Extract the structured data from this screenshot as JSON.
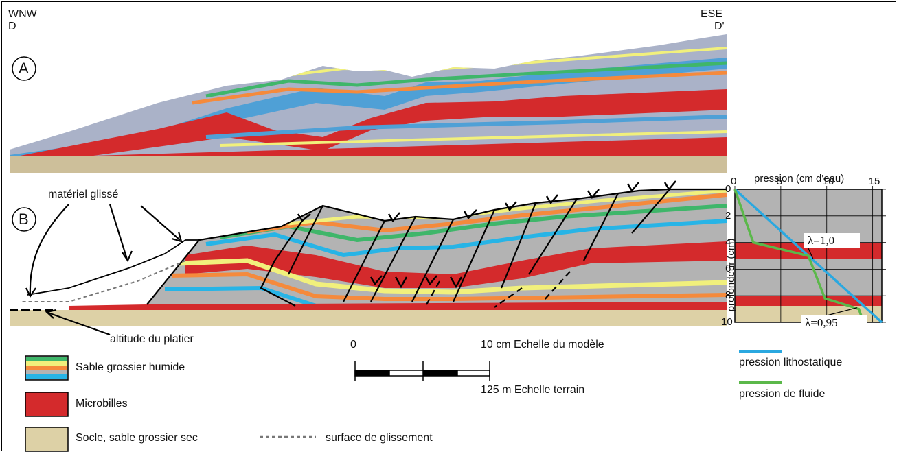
{
  "section_a": {
    "left_direction": "WNW",
    "left_point": "D",
    "right_direction": "ESE",
    "right_point": "D'",
    "panel_label": "A"
  },
  "section_b": {
    "panel_label": "B",
    "annotation_slid": "matériel glissé",
    "annotation_platform": "altitude du platier"
  },
  "scale": {
    "zero": "0",
    "model_label": "10 cm  Echelle du modèle",
    "field_label": "125 m  Echelle terrain"
  },
  "legend": {
    "wet_sand": "Sable grossier humide",
    "microbeads": "Microbilles",
    "basement": "Socle, sable grossier sec",
    "slip_surface": "surface de glissement"
  },
  "pressure_chart": {
    "title": "pression (cm d'eau)",
    "y_label": "profondeur (cm)",
    "x_ticks": [
      "0",
      "5",
      "10",
      "15"
    ],
    "y_ticks": [
      "0",
      "2",
      "4",
      "6",
      "8",
      "10"
    ],
    "lambda_top": "λ=1,0",
    "lambda_bottom": "λ=0,95",
    "legend_litho": "pression lithostatique",
    "legend_fluid": "pression de fluide"
  },
  "colors": {
    "red": "#d42a2c",
    "grey": "#b3b3b3",
    "yellow": "#f1f07c",
    "orange": "#f58a3c",
    "green": "#3fb66a",
    "blue": "#27b4e6",
    "sand": "#ddd1a6",
    "litho_line": "#2aa8e0",
    "fluid_line": "#5bb84a"
  },
  "chart_data": {
    "type": "line",
    "xlabel": "pression (cm d'eau)",
    "ylabel": "profondeur (cm)",
    "xlim": [
      0,
      16
    ],
    "ylim": [
      10,
      0
    ],
    "series": [
      {
        "name": "pression lithostatique",
        "x": [
          0,
          16
        ],
        "y": [
          0,
          10
        ]
      },
      {
        "name": "pression de fluide",
        "x": [
          0,
          2,
          8,
          9.8,
          13.5,
          14
        ],
        "y": [
          0,
          4,
          5,
          8.2,
          9,
          10
        ]
      }
    ]
  }
}
